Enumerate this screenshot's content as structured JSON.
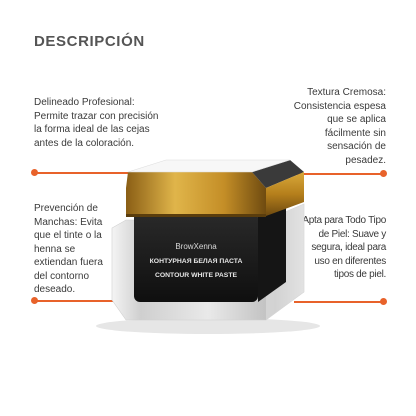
{
  "header": {
    "title": "DESCRIPCIÓN"
  },
  "features": {
    "delineado": "Delineado Profesional: Permite trazar con precisión la forma ideal de las cejas antes de la coloración.",
    "prevencion": "Prevención de Manchas: Evita que el tinte o la henna se extiendan fuera del contorno deseado.",
    "textura": "Textura Cremosa: Consistencia espesa que se aplica fácilmente sin sensación de pesadez.",
    "apta": "Apta para Todo Tipo de Piel: Suave y segura, ideal para uso en diferentes tipos de piel."
  },
  "product": {
    "brand": "BrowXenna",
    "label_ru": "КОНТУРНАЯ БЕЛАЯ ПАСТА",
    "label_en": "CONTOUR WHITE PASTE"
  },
  "colors": {
    "accent": "#e8622a",
    "lid_gold": "#c9962a",
    "jar_dark": "#1c1c1c"
  }
}
